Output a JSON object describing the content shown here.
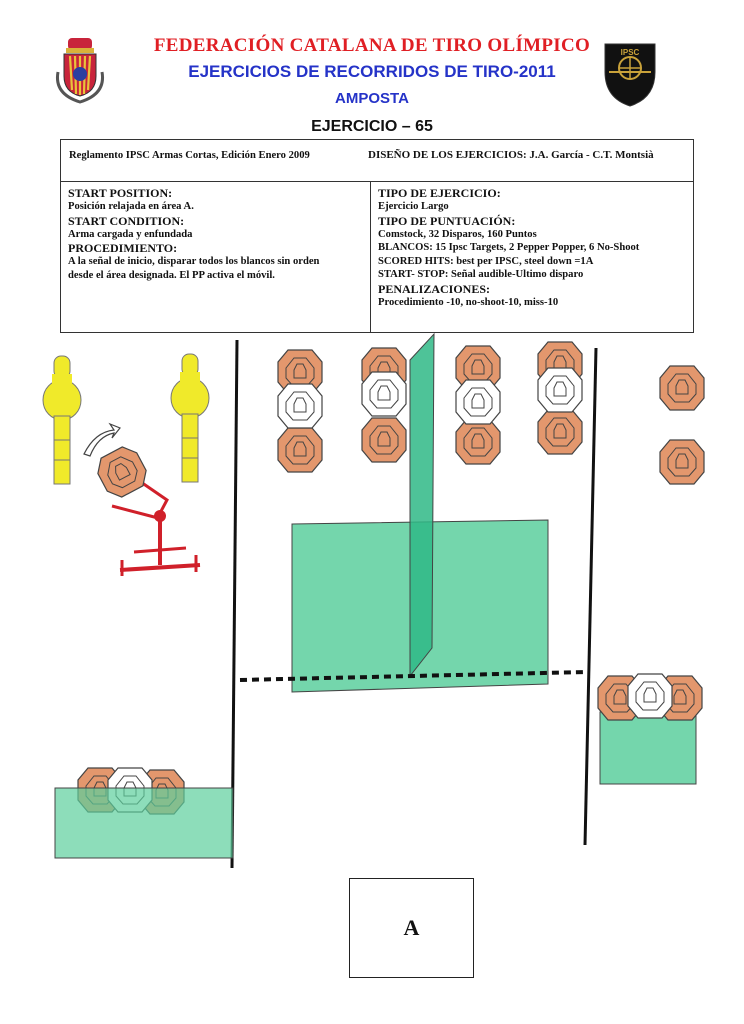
{
  "header": {
    "federation": "FEDERACIÓN CATALANA DE TIRO OLÍMPICO",
    "subtitle": "EJERCICIOS DE RECORRIDOS DE TIRO-2011",
    "location": "AMPOSTA",
    "exercise": "EJERCICIO – 65",
    "right_logo_text": "IPSC"
  },
  "info": {
    "regulation": "Reglamento IPSC Armas Cortas, Edición Enero 2009",
    "design": "DISEÑO DE LOS EJERCICIOS: J.A. García - C.T. Montsià"
  },
  "left": {
    "start_position_title": "START POSITION:",
    "start_position": "Posición relajada en área A.",
    "start_condition_title": "START CONDITION:",
    "start_condition": "Arma cargada y enfundada",
    "procedure_title": "PROCEDIMIENTO:",
    "procedure_line1": "A la señal de inicio, disparar todos los blancos sin orden",
    "procedure_line2": "desde el área designada.  El PP activa el móvil."
  },
  "right": {
    "type_title": "TIPO DE EJERCICIO:",
    "type": "Ejercicio Largo",
    "scoring_title": "TIPO DE PUNTUACIÓN:",
    "scoring": "Comstock, 32 Disparos, 160 Puntos",
    "targets": "BLANCOS: 15 Ipsc Targets, 2 Pepper Popper,  6 No-Shoot",
    "scored_hits": "SCORED HITS: best per IPSC, steel down =1A",
    "start_stop": "START- STOP: Señal audible-Ultimo disparo",
    "penalties_title": "PENALIZACIONES:",
    "penalties": "Procedimiento -10, no-shoot-10, miss-10"
  },
  "diagram": {
    "area_label": "A",
    "colors": {
      "ipsc_target": "#e3976d",
      "no_shoot": "#ffffff",
      "wall": "#5ccf9d",
      "popper": "#f0ea2a",
      "mover": "#d0202a",
      "line": "#111111"
    }
  }
}
